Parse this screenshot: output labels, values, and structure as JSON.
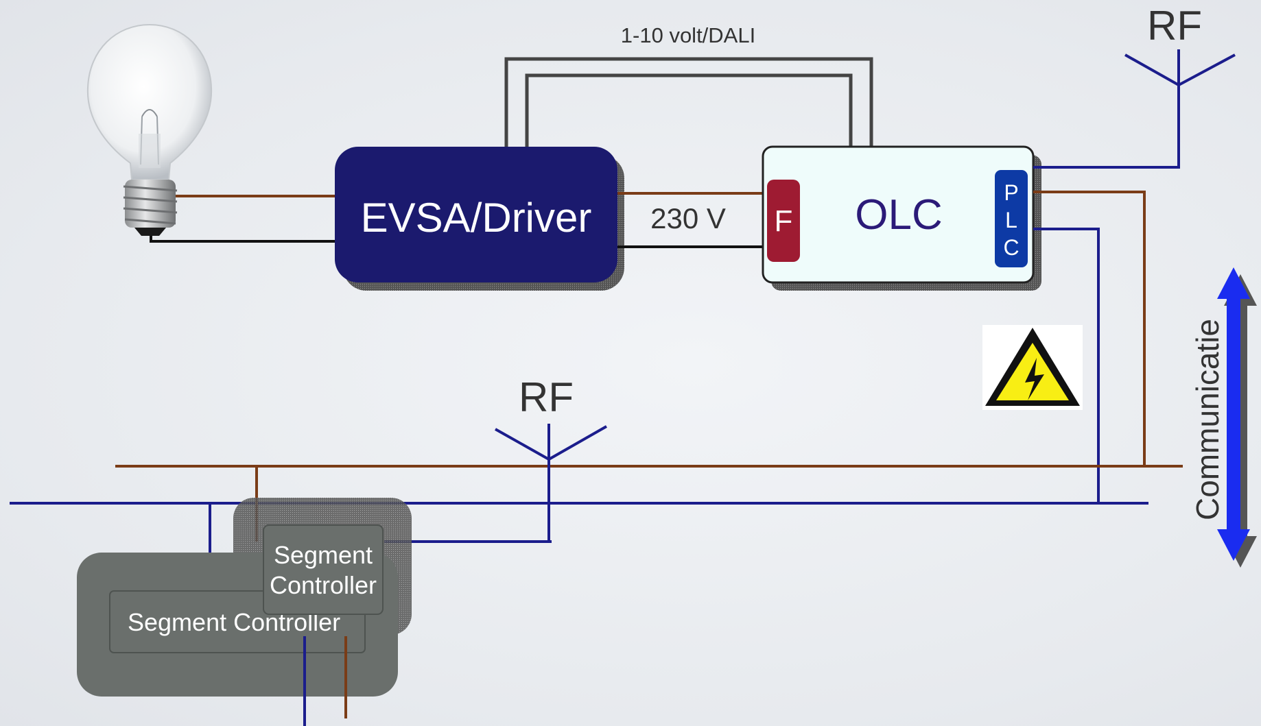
{
  "labels": {
    "dali_link": "1-10 volt/DALI",
    "rf_top": "RF",
    "rf_mid": "RF",
    "voltage": "230 V",
    "communication": "Communicatie"
  },
  "components": {
    "driver": "EVSA/Driver",
    "olc": "OLC",
    "fuse": "F",
    "plc_letters": [
      "P",
      "L",
      "C"
    ]
  },
  "segment_controllers": {
    "front_label": "Segment Controller",
    "back_line1": "Segment",
    "back_line2": "Controller"
  },
  "icons": {
    "bulb": "light-bulb-icon",
    "hazard": "high-voltage-warning-icon",
    "antenna": "rf-antenna-icon",
    "arrow": "double-arrow-icon"
  },
  "colors": {
    "driver_fill": "#1b1a6e",
    "olc_fill": "#effcfb",
    "olc_text": "#2b1a78",
    "fuse_fill": "#9e1b32",
    "plc_fill": "#0d3aa5",
    "wire_brown": "#7a3c17",
    "wire_blue": "#1b1d8c",
    "wire_black": "#111111",
    "arrow_blue": "#1a2cf0",
    "controller_fill": "#6a6f6c"
  }
}
